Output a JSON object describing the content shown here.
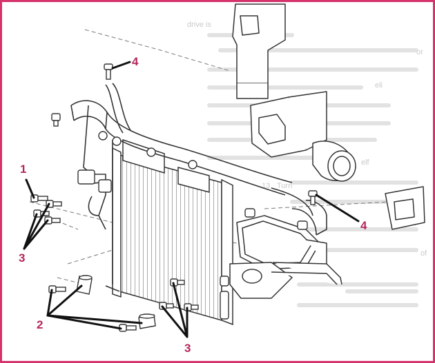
{
  "colors": {
    "frame": "#d6336c",
    "callout_text": "#b5265e",
    "leader": "#111111",
    "drawing": "#333333",
    "background_text": "#c9c9c9",
    "background": "#ffffff"
  },
  "callouts": [
    {
      "id": "c4a",
      "label": "4"
    },
    {
      "id": "c1",
      "label": "1"
    },
    {
      "id": "c3a",
      "label": "3"
    },
    {
      "id": "c4b",
      "label": "4"
    },
    {
      "id": "c2",
      "label": "2"
    },
    {
      "id": "c3b",
      "label": "3"
    }
  ],
  "background_text": {
    "l1": "drive is",
    "l2": "or",
    "l3": "eli",
    "l4": "13.",
    "l5": "Turn",
    "l6": "elf",
    "l7": "of"
  }
}
